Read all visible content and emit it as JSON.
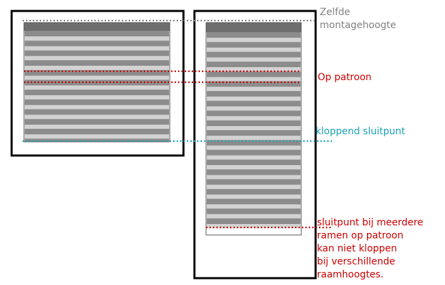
{
  "labels": {
    "same_mounting_height": "Zelfde\nmontagehoogte",
    "on_pattern": "Op patroon",
    "matching_closing_point": "kloppend sluitpunt",
    "closing_point_note": "sluitpunt bij meerdere\nramen op patroon\nkan niet kloppen\nbij verschillende\nraamhoogtes."
  },
  "colors": {
    "frame": "#000000",
    "stripe_dark": "#8c8c8c",
    "stripe_light": "#d3d3d3",
    "headrail": "#6e6e6e",
    "gray_text": "#808080",
    "red": "#cc0000",
    "teal": "#1aa3b4"
  }
}
